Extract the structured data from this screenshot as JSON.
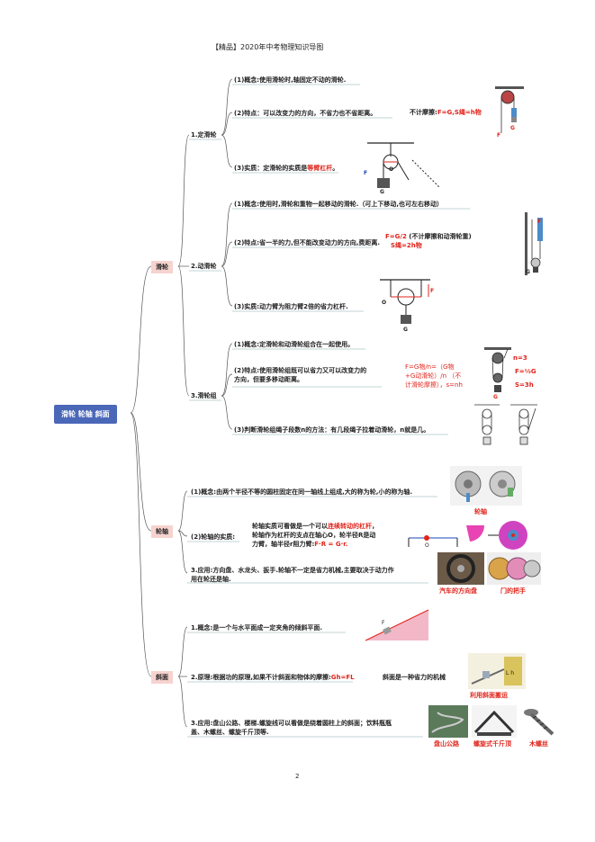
{
  "header": "【精品】2020年中考物理知识导图",
  "page_number": "2",
  "root": "滑轮  轮轴  斜面",
  "pulley": {
    "label": "滑轮",
    "fixed": {
      "label": "1.定滑轮",
      "concept": "(1)概念:使用滑轮时,轴固定不动的滑轮.",
      "feature": "(2)特点：可以改变力的方向，不省力也不省距离。",
      "feature_note": "不计摩擦:F=G,S绳=h物",
      "essence_pre": "(3)实质：定滑轮的实质是",
      "essence_red": "等臂杠杆",
      "essence_post": "。"
    },
    "movable": {
      "label": "2.动滑轮",
      "concept": "(1)概念:使用时,滑轮和重物一起移动的滑轮.（可上下移动,也可左右移动）",
      "feature": "(2)特点:省一半的力,但不能改变动力的方向,费距离.",
      "formula1": "F=G/2",
      "formula1_note": "(不计摩擦和动滑轮重)",
      "formula2": "S绳=2h物",
      "essence": "(3)实质:动力臂为阻力臂2倍的省力杠杆."
    },
    "block": {
      "label": "3.滑轮组",
      "concept": "(1)概念:定滑轮和动滑轮组合在一起使用。",
      "feature_l1": "(2)特点:使用滑轮组既可以省力又可以改变力的",
      "feature_l2": "方向，但要多移动距离。",
      "formula_l1": "F=G物/n=（G物",
      "formula_l2": "+G动滑轮）/n  （不",
      "formula_l3": "计滑轮摩擦），s=nh",
      "fig_n": "n=3",
      "fig_f": "F=⅓G",
      "fig_s": "S=3h",
      "judge": "(3)判断滑轮组绳子段数n的方法：有几段绳子拉着动滑轮，n就是几。"
    }
  },
  "wheel_axle": {
    "label": "轮轴",
    "concept": "(1)概念:由两个半径不等的圆柱固定在同一轴线上组成,大的称为轮,小的称为轴.",
    "essence_label": "(2)轮轴的实质:",
    "essence_l1_pre": "轮轴实质可看做是一个可以",
    "essence_l1_red": "连续转动的杠杆",
    "essence_l1_post": "，",
    "essence_l2": "轮轴作为杠杆的支点在轴心O，轮半径R是动",
    "essence_l3_pre": "力臂，轴半径r阻力臂:",
    "essence_l3_red": "F·R = G·r.",
    "fig_caption": "轮轴",
    "app_l1": "3.应用:方向盘、水龙头、扳手.轮轴不一定是省力机械,主要取决于动力作",
    "app_l2": "用在轮还是轴.",
    "cap_wheel": "汽车的方向盘",
    "cap_knob": "门的把手"
  },
  "incline": {
    "label": "斜面",
    "concept": "1.概念:是一个与水平面成一定夹角的倾斜平面.",
    "principle_pre": "2.原理:根据功的原理,如果不计斜面和物体的摩擦:",
    "principle_red": "Gh=FL",
    "principle_note": "斜面是一种省力的机械",
    "cap_move": "利用斜面搬运",
    "app_l1": "3.应用:盘山公路、楼梯.螺旋线可以看做是绕着圆柱上的斜面；饮料瓶瓶",
    "app_l2": "盖、木螺丝、螺旋千斤顶等.",
    "cap_road": "盘山公路",
    "cap_jack": "螺旋式千斤顶",
    "cap_screw": "木螺丝"
  }
}
